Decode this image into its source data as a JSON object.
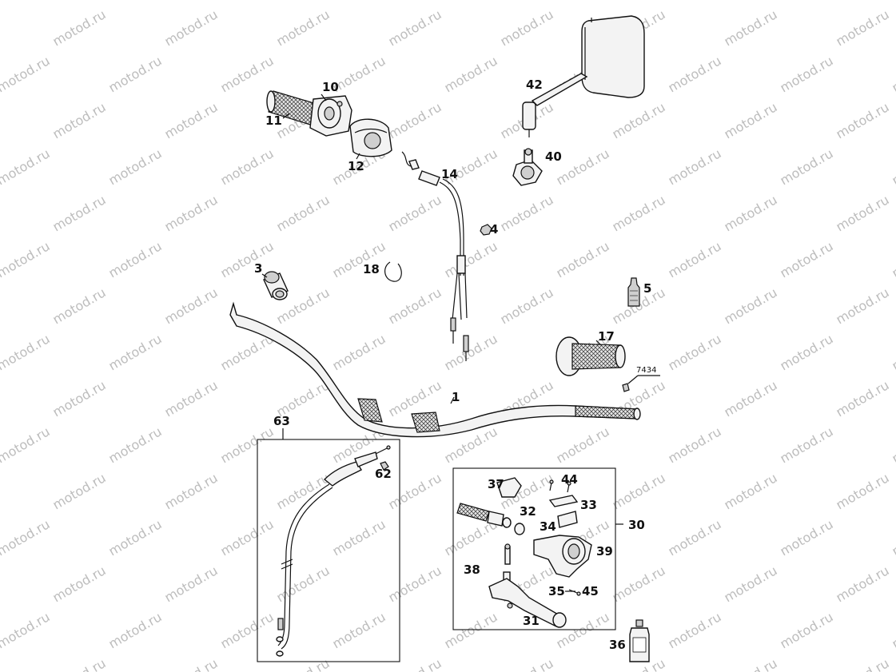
{
  "watermark": {
    "text": "motod.ru",
    "color": "#bdbdbd"
  },
  "callouts": {
    "p1": "1",
    "p3": "3",
    "p4": "4",
    "p5": "5",
    "p10": "10",
    "p11": "11",
    "p12": "12",
    "p14": "14",
    "p17": "17",
    "p18": "18",
    "p30": "30",
    "p31": "31",
    "p32": "32",
    "p33": "33",
    "p34": "34",
    "p35": "35",
    "p36": "36",
    "p37": "37",
    "p38": "38",
    "p39": "39",
    "p40": "40",
    "p42": "42",
    "p44": "44",
    "p45": "45",
    "p62": "62",
    "p63": "63",
    "p7434": "7434"
  }
}
